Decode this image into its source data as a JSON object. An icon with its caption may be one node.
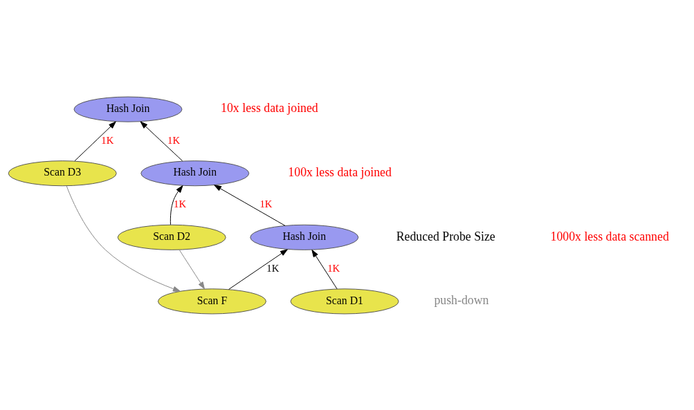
{
  "diagram": {
    "nodes": [
      {
        "text": [
          "Hash Join"
        ]
      },
      {
        "text": [
          "Scan D3"
        ]
      },
      {
        "text": [
          "Hash Join"
        ]
      },
      {
        "text": [
          "Scan D2"
        ]
      },
      {
        "text": [
          "Hash Join"
        ]
      },
      {
        "text": [
          "Scan D1"
        ]
      },
      {
        "text": [
          "Scan F"
        ]
      }
    ],
    "edges": [
      {
        "from": 1,
        "to": 0,
        "arrow": "to",
        "label": "1K"
      },
      {
        "from": 2,
        "to": 0,
        "arrow": "to",
        "label": "1K"
      },
      {
        "from": 3,
        "to": 2,
        "arrow": "to",
        "label": "1K"
      },
      {
        "from": 4,
        "to": 2,
        "arrow": "to",
        "label": "1K"
      },
      {
        "from": 5,
        "to": 4,
        "arrow": "to",
        "label": "1K"
      },
      {
        "from": 6,
        "to": 4,
        "arrow": "to",
        "label": "1K"
      },
      {
        "from": 1,
        "to": 6,
        "arrow": "to",
        "color": "#888888"
      },
      {
        "from": 3,
        "to": 6,
        "arrow": "to",
        "color": "#888888"
      }
    ],
    "labels": [
      "10x less data joined",
      "100x less data joined",
      "Reduced Probe Size",
      "1000x less data scanned",
      "push-down"
    ]
  }
}
